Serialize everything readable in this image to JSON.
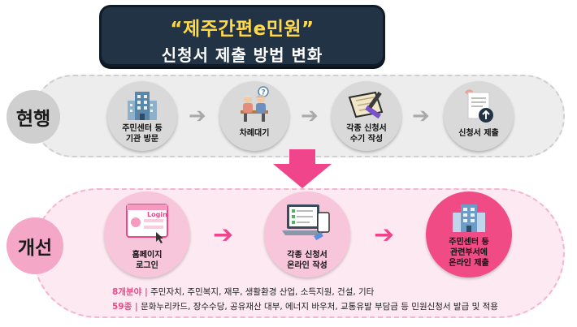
{
  "title": {
    "line1": "“제주간편e민원”",
    "line2": "신청서 제출 방법 변화"
  },
  "current": {
    "label": "현행",
    "steps": [
      {
        "label1": "주민센터 등",
        "label2": "기관 방문",
        "icon": "building-icon"
      },
      {
        "label1": "차례대기",
        "label2": "",
        "icon": "waiting-people-icon"
      },
      {
        "label1": "각종 신청서",
        "label2": "수기 작성",
        "icon": "handwriting-icon"
      },
      {
        "label1": "신청서 제출",
        "label2": "",
        "icon": "document-submit-icon"
      }
    ]
  },
  "improved": {
    "label": "개선",
    "steps": [
      {
        "label1": "홈페이지",
        "label2": "로그인",
        "icon": "login-screen-icon",
        "login_text": "Login"
      },
      {
        "label1": "각종 신청서",
        "label2": "온라인 작성",
        "icon": "laptop-form-icon"
      },
      {
        "label1": "주민센터 등",
        "label2": "관련부서에",
        "label3": "온라인 제출",
        "icon": "building-icon"
      }
    ],
    "notes": [
      {
        "tag": "8개분야 |",
        "text": " 주민자치, 주민복지, 재무, 생활환경 산업, 소득지원, 건설, 기타"
      },
      {
        "tag": "59종 |",
        "text": " 문화누리카드, 장수수당, 공유재산 대부, 에너지 바우처, 교통유발 부담금 등 민원신청서 발급 및 적용"
      }
    ]
  },
  "colors": {
    "navy": "#233346",
    "yellow": "#ffd94a",
    "pink": "#f0458a",
    "light_pink": "#fde9f1"
  }
}
